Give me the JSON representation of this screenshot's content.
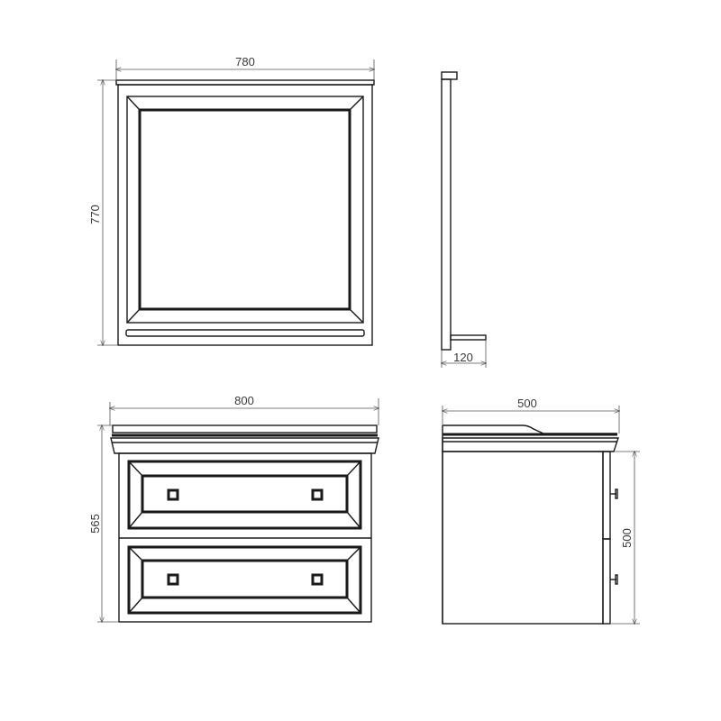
{
  "drawing": {
    "mirror_front": {
      "width_label": "780",
      "height_label": "770"
    },
    "mirror_side": {
      "depth_label": "120"
    },
    "vanity_front": {
      "width_label": "800",
      "height_label": "565"
    },
    "vanity_side": {
      "depth_label": "500",
      "height_label": "500"
    }
  },
  "colors": {
    "line": "#1a1a1a",
    "dimension": "#555555",
    "background": "#ffffff"
  }
}
